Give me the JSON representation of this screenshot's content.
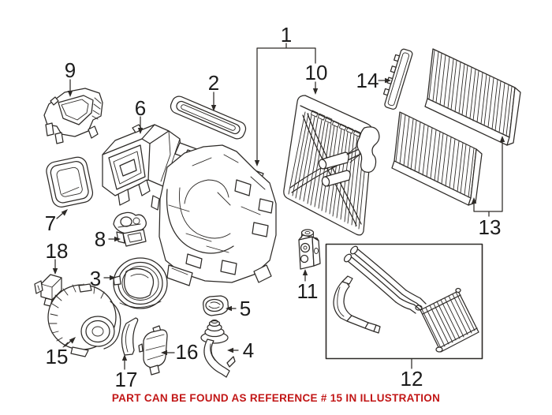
{
  "figure": {
    "kind": "exploded-parts-illustration"
  },
  "callouts": {
    "c1": "1",
    "c2": "2",
    "c3": "3",
    "c4": "4",
    "c5": "5",
    "c6": "6",
    "c7": "7",
    "c8": "8",
    "c9": "9",
    "c10": "10",
    "c11": "11",
    "c12": "12",
    "c13": "13",
    "c14": "14",
    "c15": "15",
    "c16": "16",
    "c17": "17",
    "c18": "18"
  },
  "footer": {
    "text": "PART CAN BE FOUND AS REFERENCE # 15 IN ILLUSTRATION"
  },
  "colors": {
    "line": "#2d2a27",
    "highlight_red": "#c21616",
    "background": "#ffffff"
  }
}
